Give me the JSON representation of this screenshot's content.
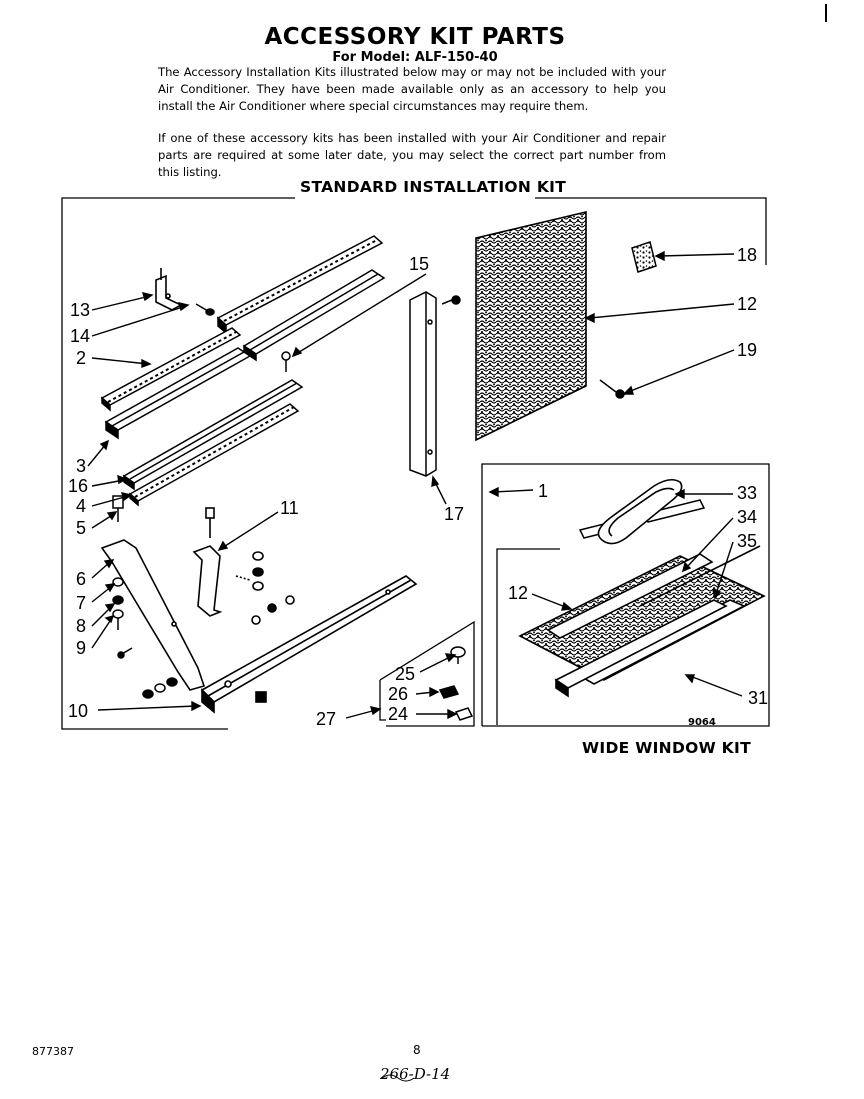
{
  "page": {
    "title": "ACCESSORY KIT PARTS",
    "model": "For Model: ALF-150-40",
    "intro_1": "The Accessory Installation Kits illustrated below may or may not be included with your Air Conditioner. They have been made available only as an accessory to help you install the Air Conditioner where special circumstances may require them.",
    "intro_2": "If one of these accessory kits has been installed with your Air Conditioner and repair parts are required at some later date, you may select the correct part number from this listing.",
    "standard_kit_heading": "STANDARD INSTALLATION KIT",
    "wide_kit_heading": "WIDE WINDOW KIT",
    "figure_number": "9064",
    "doc_number": "877387",
    "page_number": "8",
    "handwritten_note": "266-D-14"
  },
  "callouts": {
    "c13": "13",
    "c14": "14",
    "c2": "2",
    "c15": "15",
    "c18": "18",
    "c12": "12",
    "c19": "19",
    "c3": "3",
    "c16": "16",
    "c4": "4",
    "c5": "5",
    "c11": "11",
    "c17": "17",
    "c1": "1",
    "c33": "33",
    "c34": "34",
    "c35": "35",
    "c12b": "12",
    "c6": "6",
    "c7": "7",
    "c8": "8",
    "c9": "9",
    "c25": "25",
    "c26": "26",
    "c24": "24",
    "c27": "27",
    "c10": "10",
    "c31": "31"
  }
}
